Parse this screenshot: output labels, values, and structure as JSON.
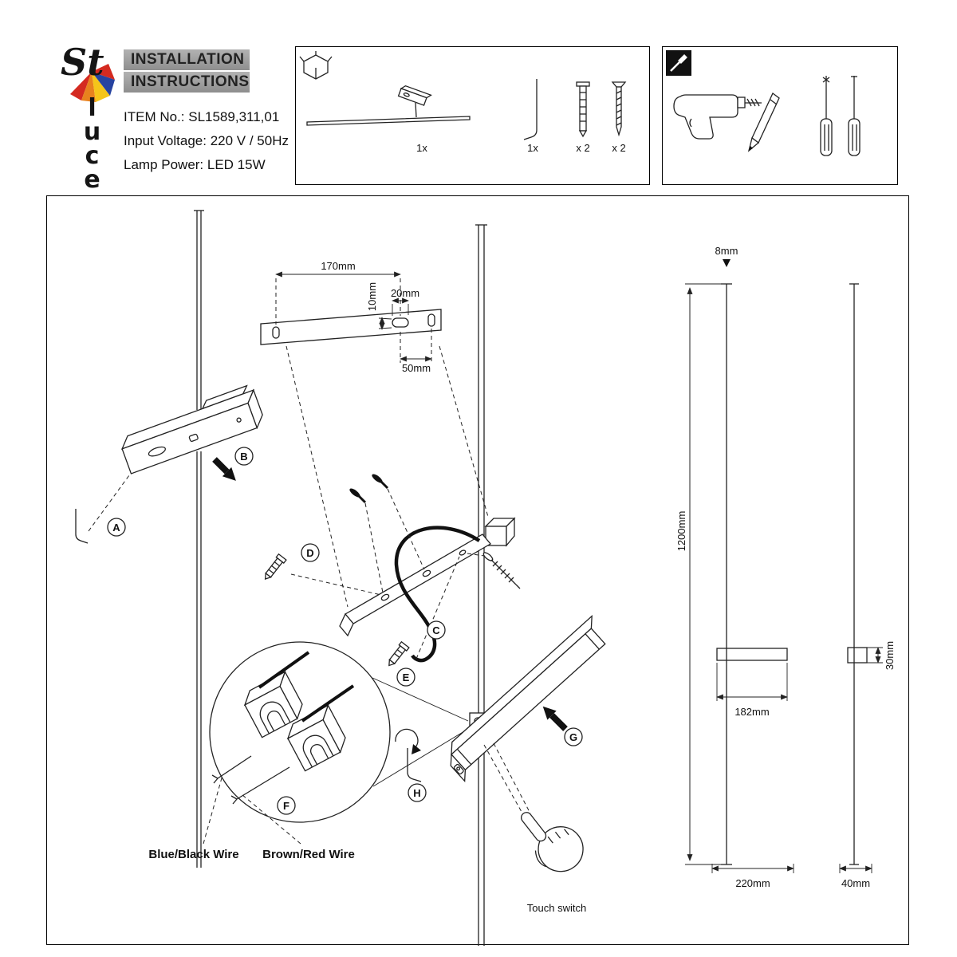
{
  "colors": {
    "ink": "#1a1a1a",
    "title_bar_bg": "#a0a0a0",
    "logo_red": "#d42a20",
    "logo_orange": "#e8821e",
    "logo_yellow": "#f5c51a",
    "logo_blue": "#2743a0"
  },
  "header": {
    "logo": {
      "brand_top": "St",
      "brand_vertical": "luce"
    },
    "title_line1": "INSTALLATION",
    "title_line2": "INSTRUCTIONS",
    "item_no": "ITEM No.: SL1589,311,01",
    "input_voltage": "Input Voltage: 220 V / 50Hz",
    "lamp_power": "Lamp Power: LED 15W"
  },
  "package_box": {
    "lamp_qty": "1x",
    "hex_key_qty": "1x",
    "anchor_qty": "x 2",
    "screw_qty": "x 2"
  },
  "diagram": {
    "step_labels": [
      "A",
      "B",
      "C",
      "D",
      "E",
      "F",
      "G",
      "H"
    ],
    "bracket_plate": {
      "length": "170mm",
      "hole_height": "10mm",
      "slot_width": "20mm",
      "hole_spacing": "50mm"
    },
    "wire_label_left": "Blue/Black Wire",
    "wire_label_right": "Brown/Red Wire",
    "touch_switch_label": "Touch switch",
    "front_view": {
      "rod_diameter": "8mm",
      "height": "1200mm",
      "bracket_width": "182mm",
      "overall_width": "220mm"
    },
    "side_view": {
      "bracket_depth": "30mm",
      "overall_depth": "40mm"
    }
  }
}
